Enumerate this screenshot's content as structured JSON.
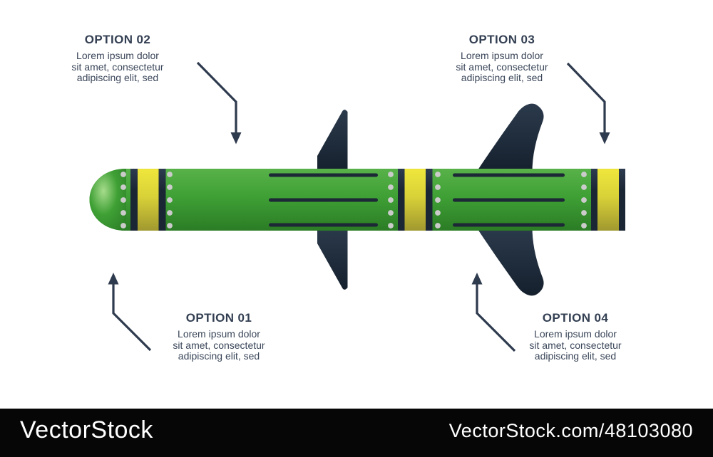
{
  "options": [
    {
      "title": "OPTION 01",
      "lines": [
        "Lorem ipsum dolor",
        "sit amet, consectetur",
        "adipiscing elit, sed"
      ]
    },
    {
      "title": "OPTION 02",
      "lines": [
        "Lorem ipsum dolor",
        "sit amet, consectetur",
        "adipiscing elit, sed"
      ]
    },
    {
      "title": "OPTION 03",
      "lines": [
        "Lorem ipsum dolor",
        "sit amet, consectetur",
        "adipiscing elit, sed"
      ]
    },
    {
      "title": "OPTION 04",
      "lines": [
        "Lorem ipsum dolor",
        "sit amet, consectetur",
        "adipiscing elit, sed"
      ]
    }
  ],
  "watermark": {
    "brand": "VectorStock",
    "ref": "VectorStock.com/48103080"
  },
  "colors": {
    "background": "#ffffff",
    "title_text": "#333f52",
    "body_text": "#3a4659",
    "arrow": "#2e3a4e",
    "green_top": "#58b249",
    "green_mid": "#3fa035",
    "green_bottom": "#2b7c25",
    "nose_highlight": "#a6dc8c",
    "yellow_top": "#efe63c",
    "yellow_mid": "#d9d238",
    "yellow_bottom": "#a0982f",
    "fin_dark_top": "#2b3a4c",
    "fin_dark_bottom": "#15202d",
    "band_navy_top": "#2e3c50",
    "band_navy": "#1b2634",
    "rivet_dot": "#cbcbcb",
    "panel_line": "#1c2836",
    "watermark_bg": "#060606",
    "watermark_text": "#ffffff"
  }
}
